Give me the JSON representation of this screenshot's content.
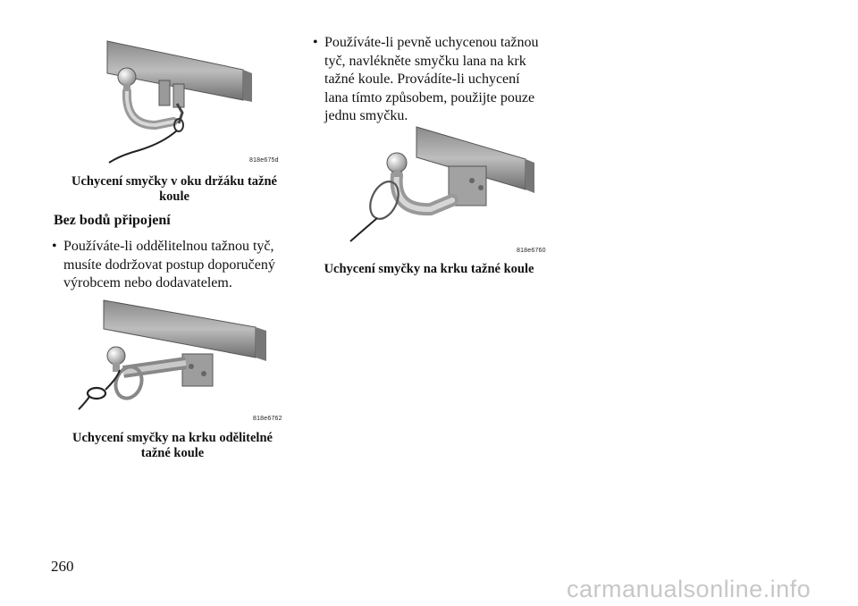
{
  "figures": [
    {
      "code": "818e675d",
      "caption_line1": "Uchycení smyčky v oku držáku tažné",
      "caption_line2": "koule"
    },
    {
      "code": "818e6762",
      "caption_line1": "Uchycení smyčky na krku odělitelné",
      "caption_line2": "tažné koule"
    },
    {
      "code": "818e6760",
      "caption_line1": "Uchycení smyčky na krku tažné koule",
      "caption_line2": ""
    }
  ],
  "heading": "Bez bodů připojení",
  "bullet_left": {
    "lines": [
      "Používáte-li oddělitelnou tažnou tyč,",
      "musíte dodržovat postup doporučený",
      "výrobcem nebo dodavatelem."
    ]
  },
  "bullet_right": {
    "lines": [
      "Používáte-li pevně uchycenou tažnou",
      "tyč, navlékněte smyčku lana na krk",
      "tažné koule. Provádíte-li uchycení",
      "lana tímto způsobem, použijte pouze",
      "jednu smyčku."
    ]
  },
  "page_number": "260",
  "watermark": "carmanualsonline.info"
}
